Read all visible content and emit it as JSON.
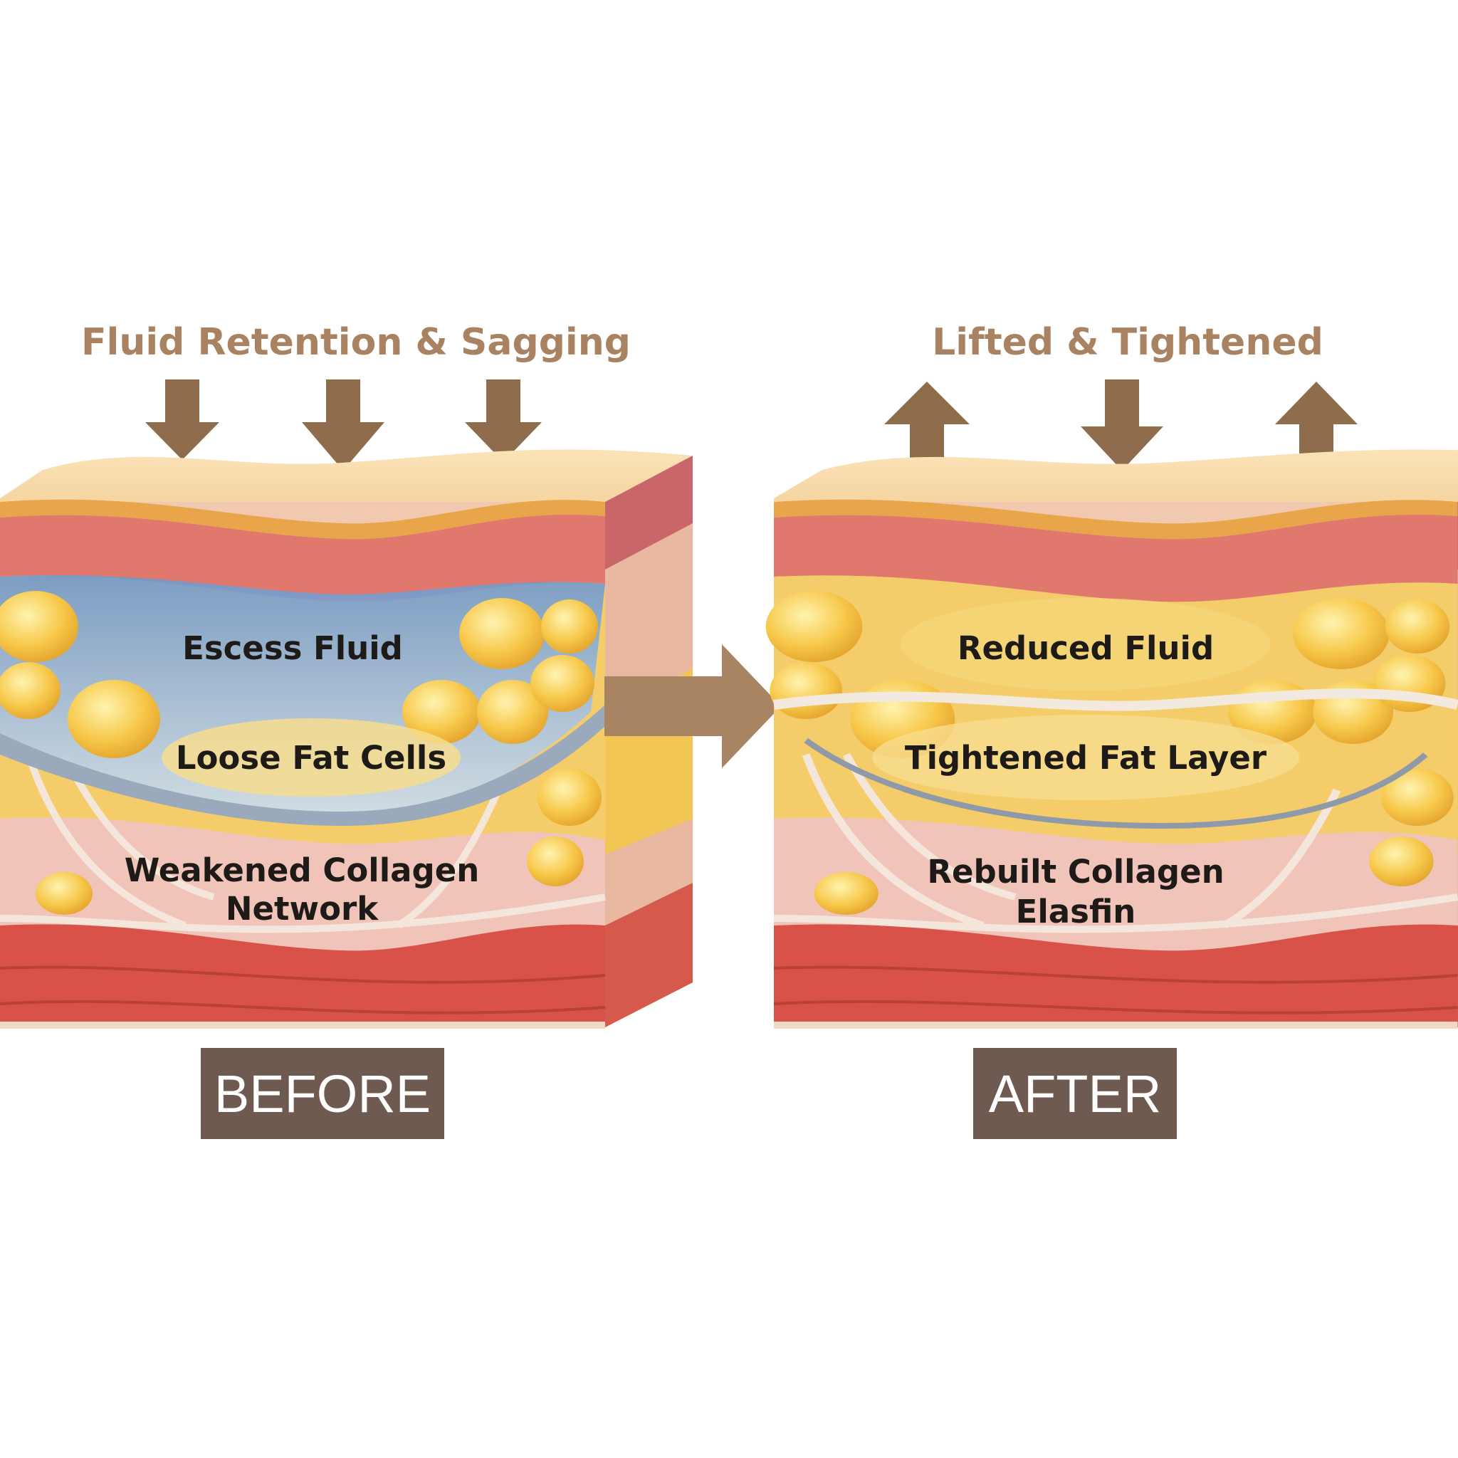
{
  "before": {
    "title": "Fluid Retention & Sagging",
    "labels": {
      "fluid": "Escess Fluid",
      "fat": "Loose Fat Cells",
      "collagen_line1": "Weakened Collagen",
      "collagen_line2": "Network"
    },
    "tag": "BEFORE",
    "arrows": [
      "down",
      "down",
      "down"
    ]
  },
  "after": {
    "title": "Lifted & Tightened",
    "labels": {
      "fluid": "Reduced Fluid",
      "fat": "Tightened Fat Layer",
      "collagen_line1": "Rebuilt Collagen",
      "collagen_line2": "Elasfin"
    },
    "tag": "AFTER",
    "arrows": [
      "up",
      "down",
      "up"
    ]
  },
  "colors": {
    "title": "#a98262",
    "arrow": "#8e6c4c",
    "tag_bg": "#6e5a50",
    "skin": "#f6d7a6",
    "dermis": "#e0786e",
    "fat": "#f6c443",
    "fluid": "#8fb2d8",
    "muscle": "#d9524a"
  }
}
